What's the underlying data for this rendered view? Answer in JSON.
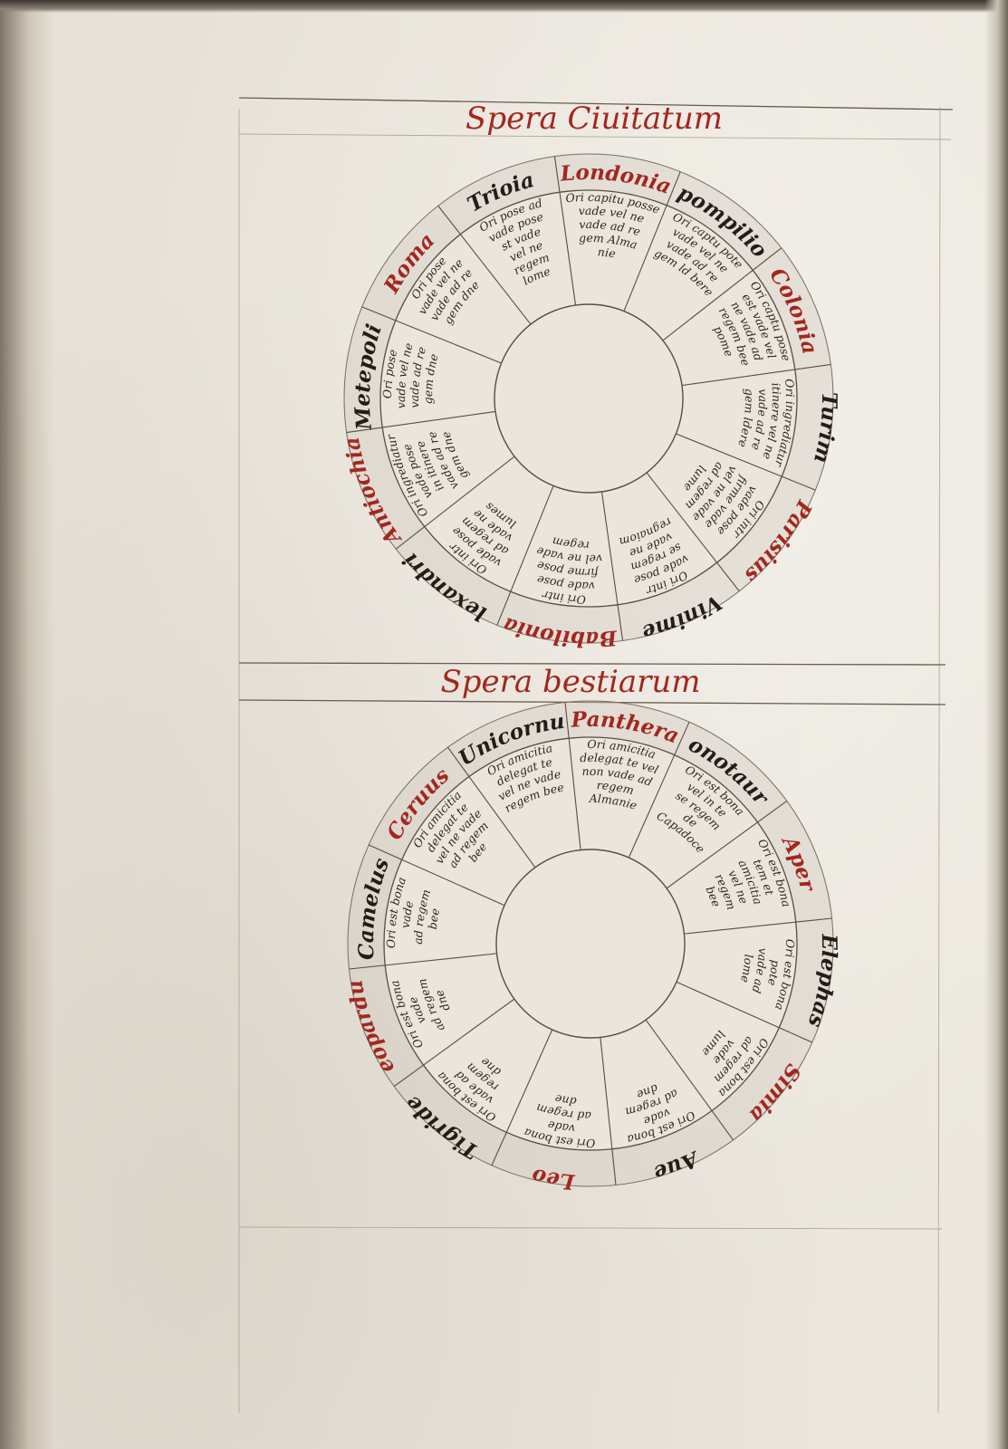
{
  "colors": {
    "rubric_red": "#a3271f",
    "ink_black": "#241c17",
    "parchment": "#ece8df"
  },
  "wheels": [
    {
      "id": "civitatum",
      "title": "Spera Ciuitatum",
      "labels": [
        {
          "text": "Londonia",
          "color": "red"
        },
        {
          "text": "pompilio",
          "color": "black"
        },
        {
          "text": "Colonia",
          "color": "red"
        },
        {
          "text": "Turim",
          "color": "black"
        },
        {
          "text": "Parisius",
          "color": "red"
        },
        {
          "text": "Vinime",
          "color": "black"
        },
        {
          "text": "Babilonia",
          "color": "red"
        },
        {
          "text": "Alexandria",
          "color": "black"
        },
        {
          "text": "Antiochia",
          "color": "red"
        },
        {
          "text": "Metepolis",
          "color": "black"
        },
        {
          "text": "Roma",
          "color": "red"
        },
        {
          "text": "Trioia",
          "color": "black"
        }
      ],
      "sector_texts": [
        [
          "Ori capitu posse",
          "vade vel ne",
          "vade ad re",
          "gem Alma",
          "nie"
        ],
        [
          "Ori captu pote",
          "vade vel ne",
          "vade ad re",
          "gem ld bere"
        ],
        [
          "Ori captu pose",
          "est vade vel",
          "ne vade ad",
          "regem bee",
          "pome"
        ],
        [
          "Ori ingrediatur",
          "itinere vel ne",
          "vade ad re",
          "gem ldere"
        ],
        [
          "Ori intr",
          "vade pose",
          "firme vade",
          "vel ne vade",
          "ad regem",
          "lume"
        ],
        [
          "Ori intr",
          "vade pose",
          "se regem",
          "vade ne",
          "regnaiom"
        ],
        [
          "Ori intr",
          "vade pose",
          "firme pose",
          "vel ne vade",
          "regem"
        ],
        [
          "Ori intr",
          "vade pose",
          "ad regem",
          "vade ne",
          "lumes"
        ],
        [
          "Ori ingrediatur",
          "vade pose",
          "in itinere",
          "vade ad re",
          "gem dne"
        ],
        [
          "Ori pose",
          "vade vel ne",
          "vade ad re",
          "gem dne"
        ],
        [
          "Ori pose",
          "vade vel ne",
          "vade ad re",
          "gem dne"
        ],
        [
          "Ori pose ad",
          "vade pose",
          "st vade",
          "vel ne",
          "regem",
          "lome"
        ]
      ]
    },
    {
      "id": "bestiarum",
      "title": "Spera bestiarum",
      "labels": [
        {
          "text": "Panthera",
          "color": "red"
        },
        {
          "text": "Monotaurus",
          "color": "black"
        },
        {
          "text": "Aper",
          "color": "red"
        },
        {
          "text": "Elephas",
          "color": "black"
        },
        {
          "text": "Simia",
          "color": "red"
        },
        {
          "text": "Aue",
          "color": "black"
        },
        {
          "text": "Leo",
          "color": "red"
        },
        {
          "text": "Tigride",
          "color": "black"
        },
        {
          "text": "Leopardus",
          "color": "red"
        },
        {
          "text": "Camelus",
          "color": "black"
        },
        {
          "text": "Ceruus",
          "color": "red"
        },
        {
          "text": "Unicornu",
          "color": "black"
        }
      ],
      "sector_texts": [
        [
          "Ori amicitia",
          "delegat te vel",
          "non vade ad",
          "regem",
          "Almanie"
        ],
        [
          "Ori est bona",
          "vel in te",
          "se regem",
          "de",
          "Capadoce"
        ],
        [
          "Ori est bona",
          "tem et",
          "amicitia",
          "vel ne",
          "regem",
          "bee"
        ],
        [
          "Ori est bona",
          "pote",
          "vade ad",
          "lome"
        ],
        [
          "Ori est bona",
          "ad regem",
          "vade",
          "lume"
        ],
        [
          "Ori est bona",
          "vade",
          "ad regem",
          "dne"
        ],
        [
          "Ori est bona",
          "vade",
          "ad regem",
          "dne"
        ],
        [
          "Ori est bona",
          "vade ad",
          "regem",
          "dne"
        ],
        [
          "Ori est bona",
          "vade",
          "ad regem",
          "dne"
        ],
        [
          "Ori est bona",
          "vade",
          "ad regem",
          "bee"
        ],
        [
          "Ori amicitia",
          "delegat te",
          "vel ne vade",
          "ad regem",
          "bee"
        ],
        [
          "Ori amicitia",
          "delegat te",
          "vel ne vade",
          "regem bee"
        ]
      ]
    }
  ]
}
